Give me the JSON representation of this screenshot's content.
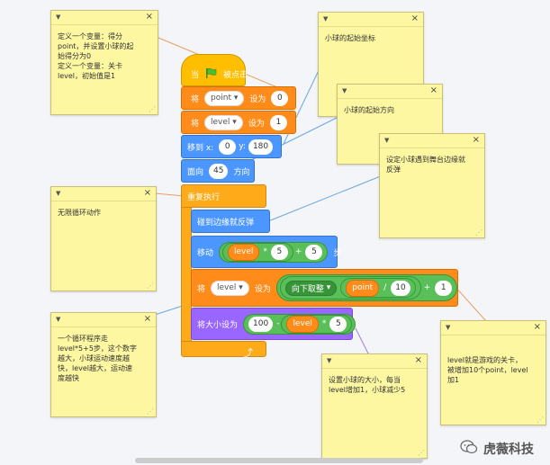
{
  "notes": [
    {
      "id": "n1",
      "text": "定义一个变量：得分\npoint，并设置小球的起\n始得分为0\n定义一个变量：关卡\nlevel，初始值是1"
    },
    {
      "id": "n2",
      "text": "小球的起始坐标"
    },
    {
      "id": "n3",
      "text": "小球的起始方向"
    },
    {
      "id": "n4",
      "text": "设定小球遇到舞台边缘就\n反弹"
    },
    {
      "id": "n5",
      "text": "无限循环动作"
    },
    {
      "id": "n6",
      "text": "一个循环程序走\nlevel*5+5步，这个数字\n越大，小球运动速度越\n快，level越大，运动速\n度越快"
    },
    {
      "id": "n7",
      "text": "设置小球的大小，每当\nlevel增加1，小球减少5"
    },
    {
      "id": "n8",
      "text": "level就是游戏的关卡，\n被增加10个point，level\n加1"
    }
  ],
  "note_ui": {
    "collapse": "▼",
    "close": "×",
    "resize": "⋰"
  },
  "blocks": {
    "hat": {
      "when": "当",
      "clicked": "被点击"
    },
    "set_point": {
      "set": "将",
      "var": "point",
      "to": "设为",
      "value": "0"
    },
    "set_level": {
      "set": "将",
      "var": "level",
      "to": "设为",
      "value": "1"
    },
    "goto": {
      "label": "移到 x:",
      "x": "0",
      "ylabel": "y:",
      "y": "180"
    },
    "point_dir": {
      "label": "面向",
      "value": "45",
      "unit": "方向"
    },
    "forever": {
      "label": "重复执行"
    },
    "bounce": {
      "label": "碰到边缘就反弹"
    },
    "move": {
      "label": "移动",
      "var": "level",
      "times": "*",
      "n1": "5",
      "plus": "+",
      "n2": "5",
      "unit": "步"
    },
    "set_level2": {
      "set": "将",
      "var": "level",
      "to": "设为",
      "floor": "向下取整",
      "var2": "point",
      "div": "/",
      "n1": "10",
      "plus": "+",
      "n2": "1"
    },
    "size": {
      "label": "将大小设为",
      "n1": "100",
      "minus": "-",
      "var": "level",
      "times": "*",
      "n2": "5"
    }
  },
  "watermark": {
    "text": "虎薇科技"
  },
  "colors": {
    "events": "#ffbf00",
    "variables": "#ff8c1a",
    "motion": "#4c97ff",
    "control": "#ffab19",
    "looks": "#9966ff",
    "operators": "#59c059",
    "note": "#fdf7a2"
  }
}
